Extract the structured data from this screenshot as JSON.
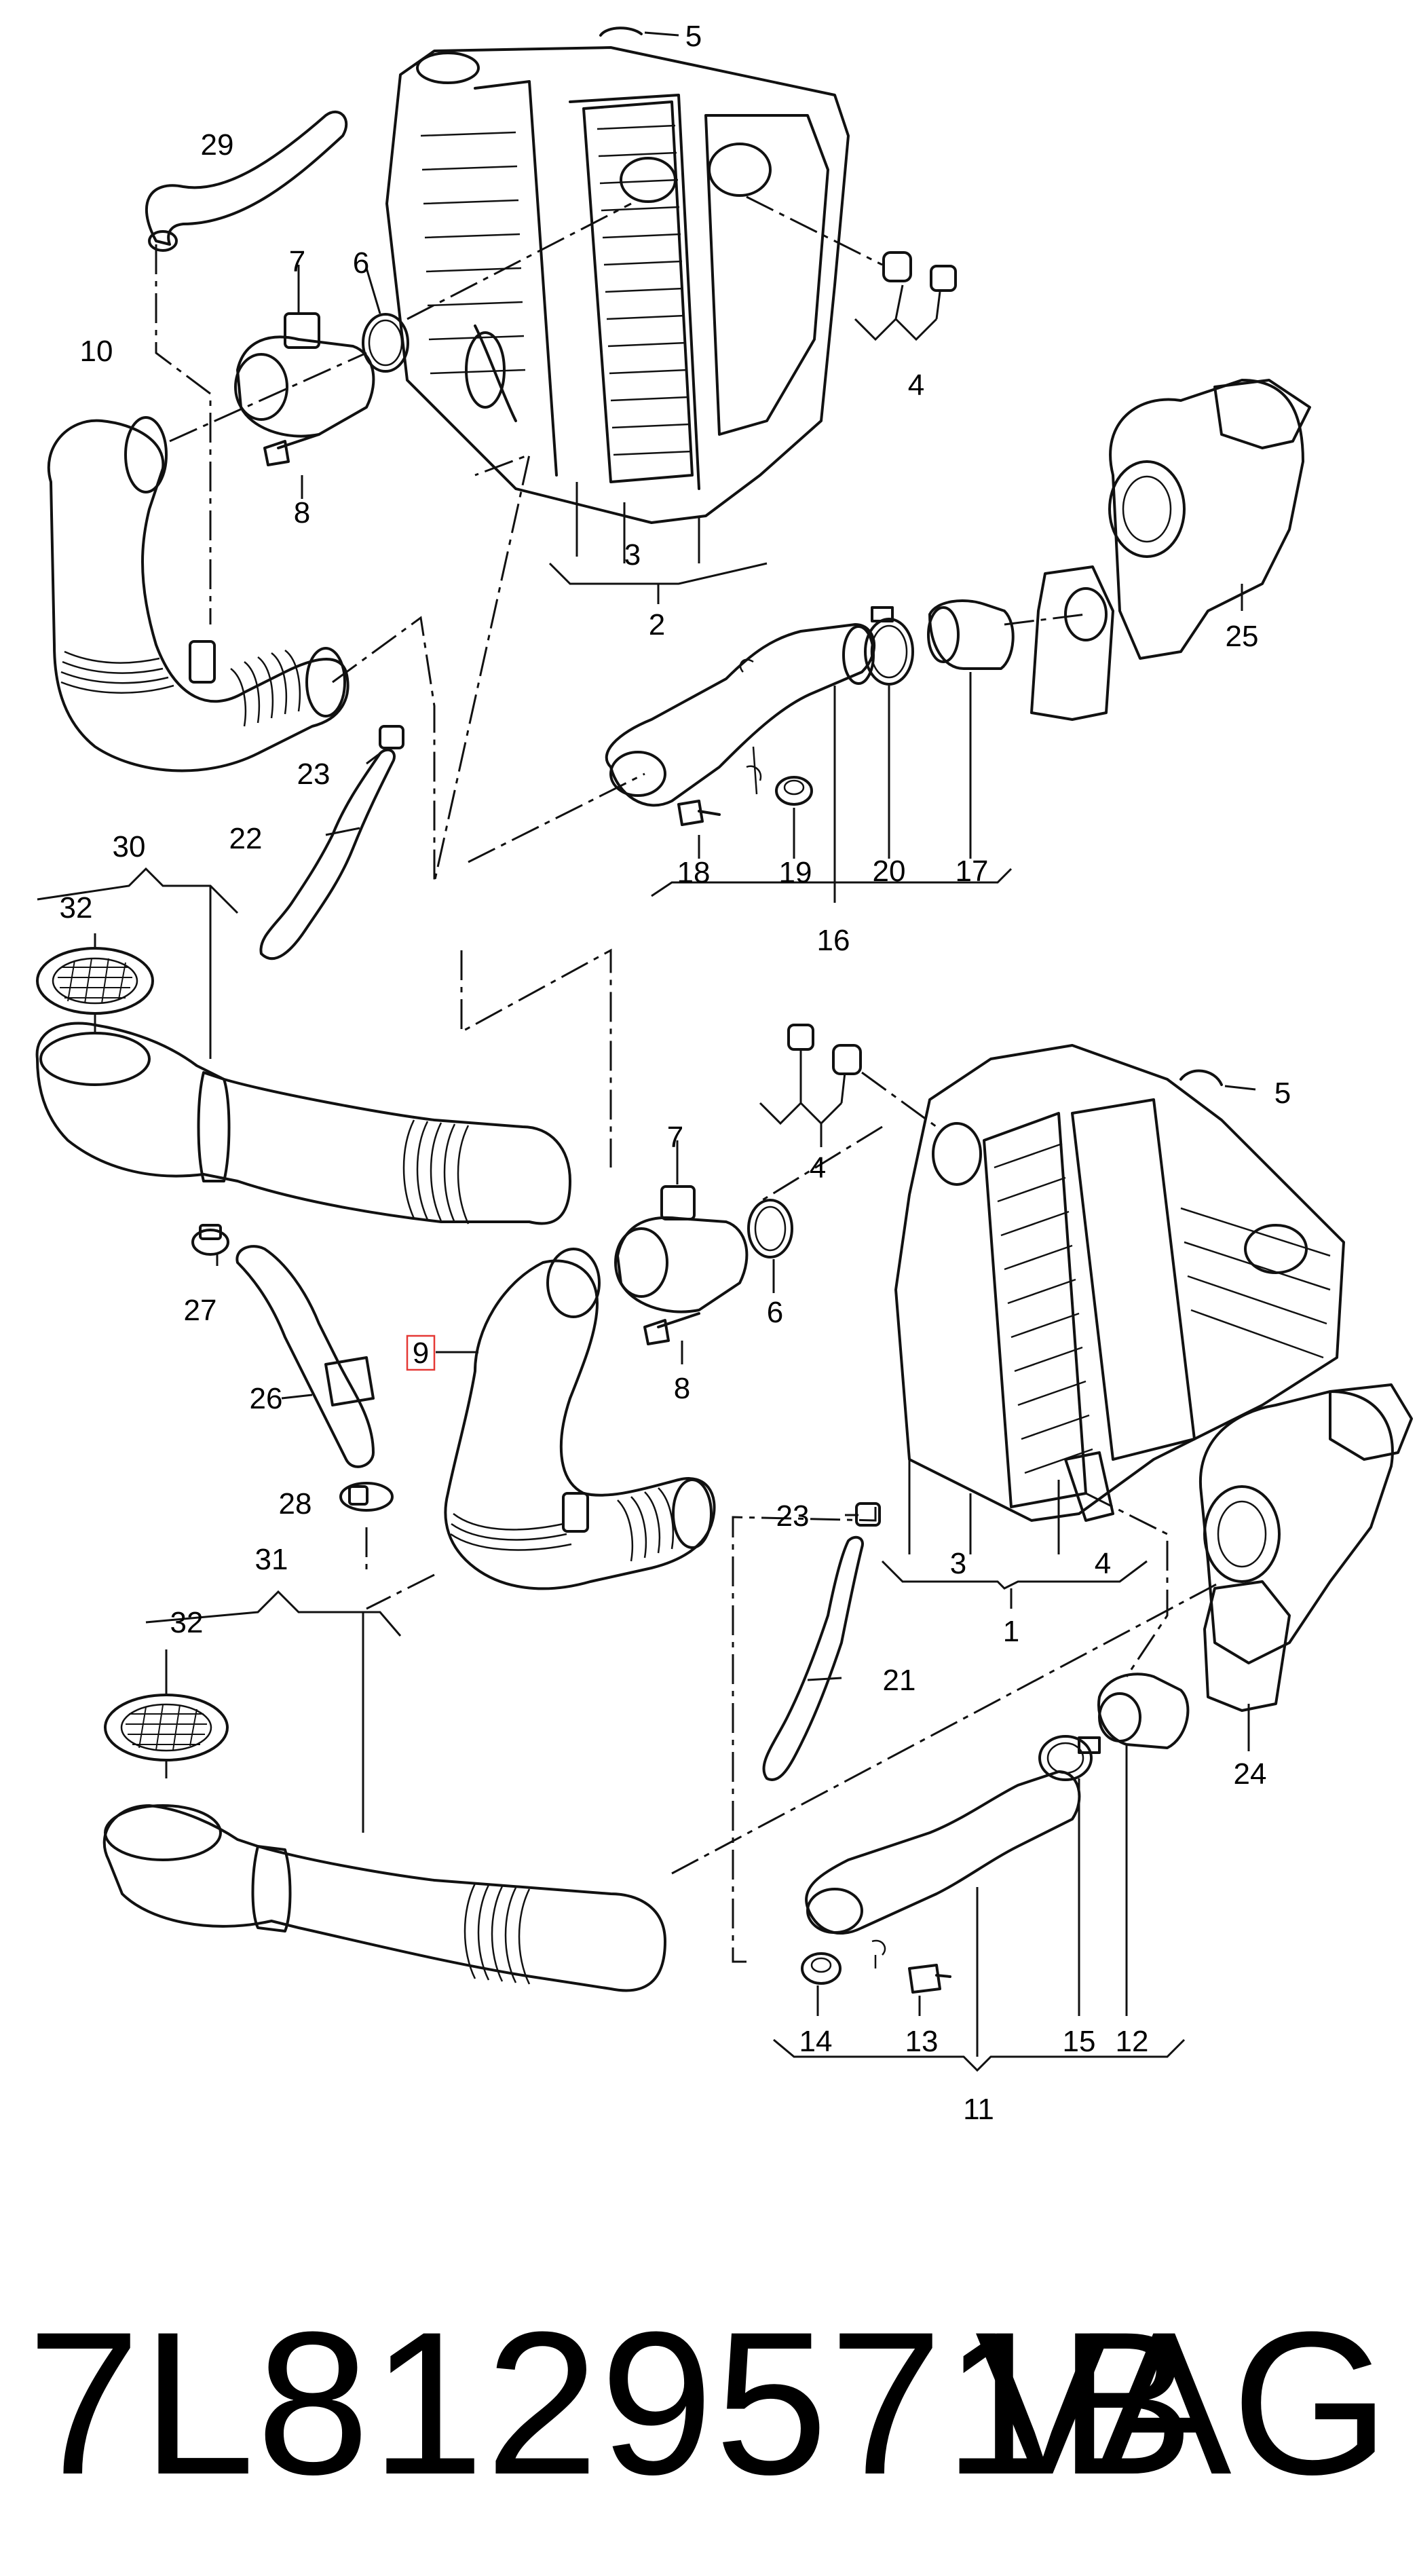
{
  "diagram": {
    "callouts": {
      "c1": "1",
      "c2": "2",
      "c3a": "3",
      "c3b": "3",
      "c4a": "4",
      "c4b": "4",
      "c4c": "4",
      "c5a": "5",
      "c5b": "5",
      "c6a": "6",
      "c6b": "6",
      "c7a": "7",
      "c7b": "7",
      "c8a": "8",
      "c8b": "8",
      "c9": "9",
      "c10": "10",
      "c11": "11",
      "c12": "12",
      "c13": "13",
      "c14": "14",
      "c15": "15",
      "c16": "16",
      "c17": "17",
      "c18": "18",
      "c19": "19",
      "c20": "20",
      "c21": "21",
      "c22": "22",
      "c23a": "23",
      "c23b": "23",
      "c24": "24",
      "c25": "25",
      "c26": "26",
      "c27": "27",
      "c28": "28",
      "c29": "29",
      "c30": "30",
      "c31": "31",
      "c32a": "32",
      "c32b": "32"
    },
    "highlighted_part": "9",
    "highlight_color": "#e53935"
  },
  "footer": {
    "part_number": "7L8129571B",
    "brand": "VAG"
  }
}
